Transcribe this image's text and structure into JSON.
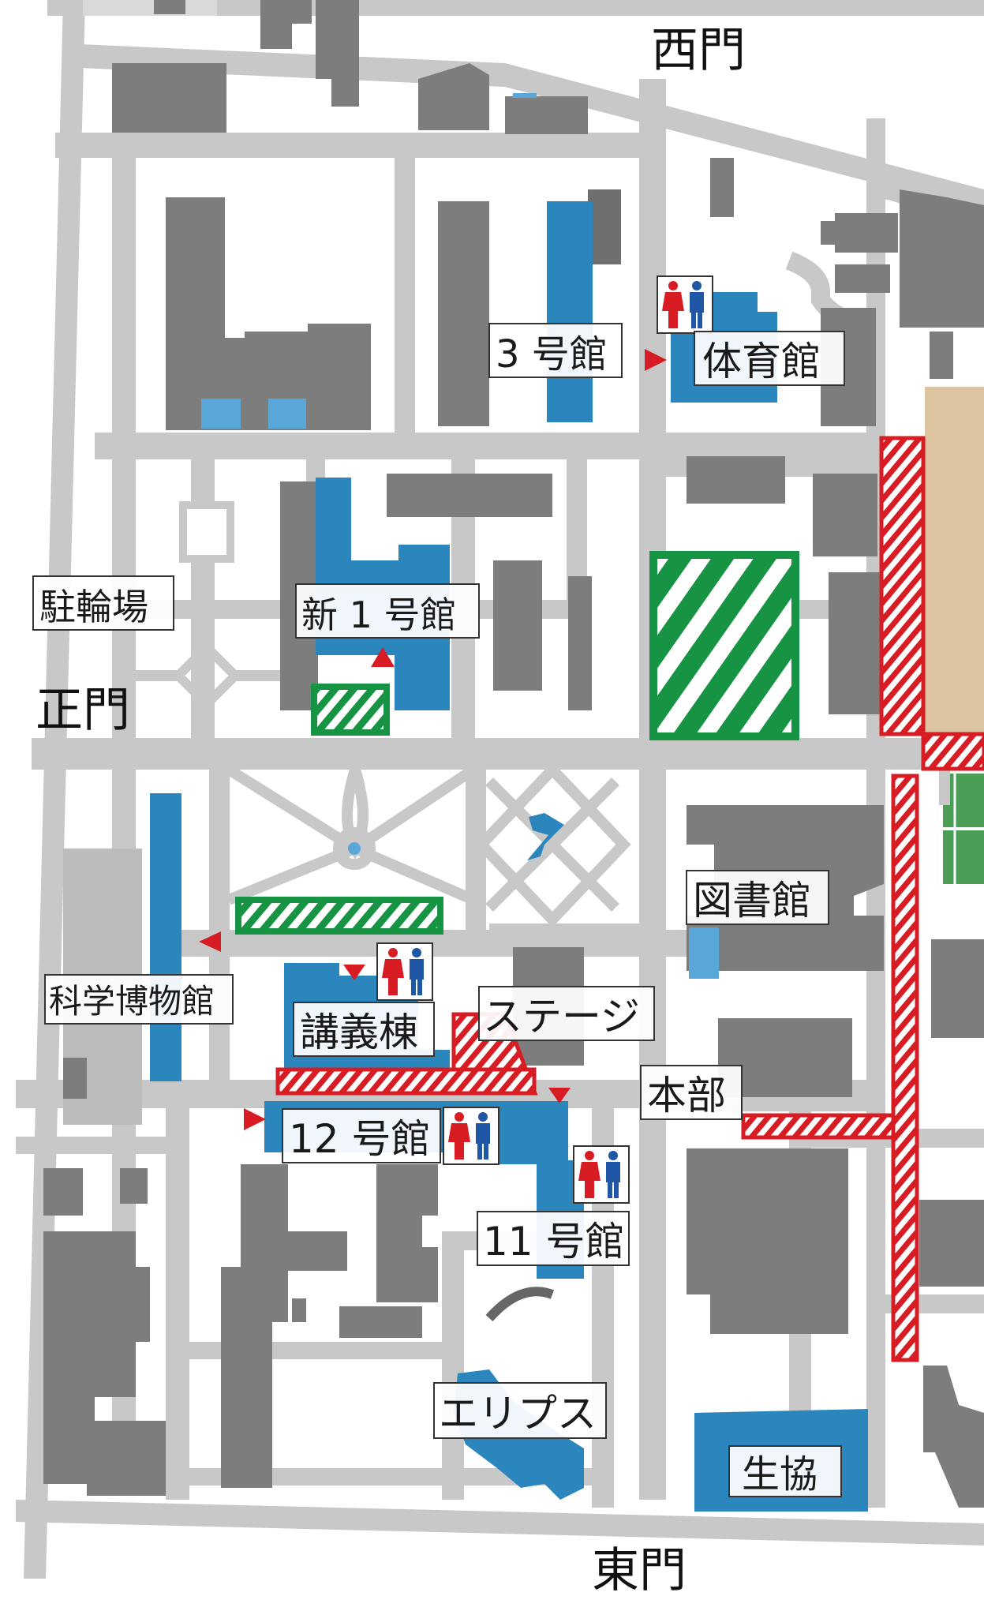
{
  "gates": {
    "west": "西門",
    "main": "正門",
    "east": "東門"
  },
  "buildings": {
    "bldg3": "3 号館",
    "gym": "体育館",
    "bicycle_parking": "駐輪場",
    "new_bldg1": "新 1 号館",
    "library": "図書館",
    "science_museum": "科学博物館",
    "lecture_hall": "講義棟",
    "stage": "ステージ",
    "admin": "本部",
    "bldg12": "12 号館",
    "bldg11": "11 号館",
    "ellipse": "エリプス",
    "coop": "生協"
  },
  "icons": {
    "restroom": "restroom-icon",
    "entrance": "entrance-marker-icon"
  },
  "colors": {
    "road": "#c8c8c8",
    "building": "#7d7d7d",
    "facility": "#2a86bd",
    "facility_light": "#59a6d9",
    "green_zone": "#169443",
    "red_zone": "#d71c23",
    "ground": "#dcc4a0",
    "court": "#4b9e56",
    "restroom_female": "#d71c23",
    "restroom_male": "#1f57a6"
  }
}
